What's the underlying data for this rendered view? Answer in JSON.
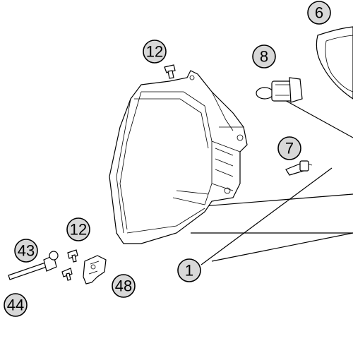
{
  "callouts": [
    {
      "id": "c6",
      "label": "6"
    },
    {
      "id": "c8",
      "label": "8"
    },
    {
      "id": "c12a",
      "label": "12"
    },
    {
      "id": "c7",
      "label": "7"
    },
    {
      "id": "c12b",
      "label": "12"
    },
    {
      "id": "c43",
      "label": "43"
    },
    {
      "id": "c48",
      "label": "48"
    },
    {
      "id": "c44",
      "label": "44"
    },
    {
      "id": "c1",
      "label": "1"
    }
  ]
}
